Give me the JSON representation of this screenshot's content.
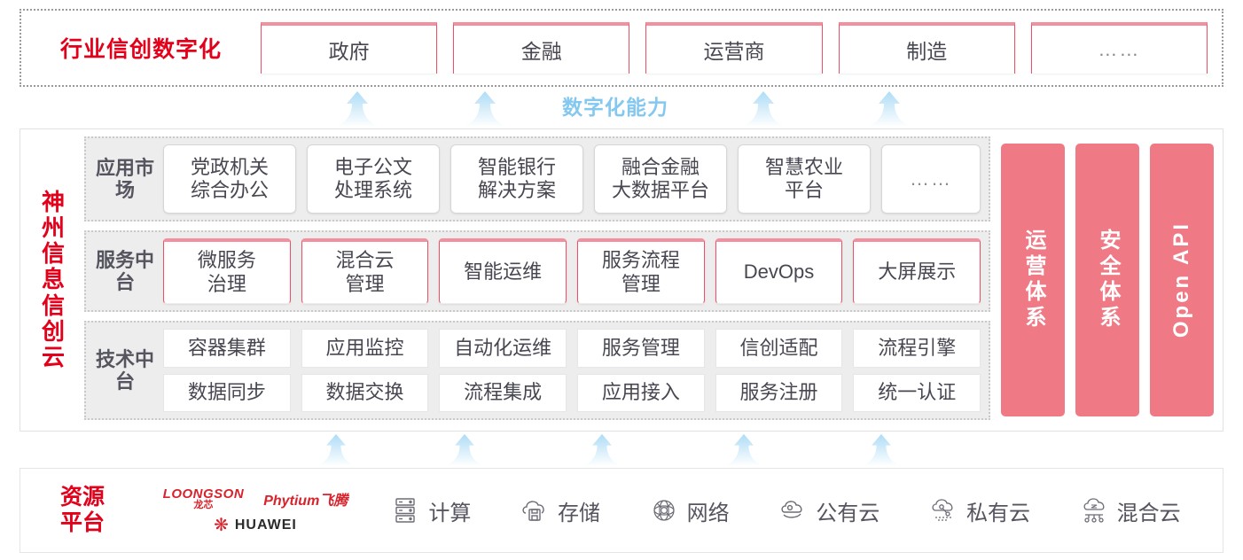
{
  "industry": {
    "title": "行业信创数字化",
    "boxes": [
      {
        "label": "政府"
      },
      {
        "label": "金融"
      },
      {
        "label": "运营商"
      },
      {
        "label": "制造"
      },
      {
        "label": "……"
      }
    ]
  },
  "capability": {
    "label": "数字化能力",
    "arrow_color": "#bfe2f7"
  },
  "cloud": {
    "title": "神州信息信创云",
    "layers": [
      {
        "label": "应用市场",
        "items": [
          {
            "label": "党政机关\n综合办公"
          },
          {
            "label": "电子公文\n处理系统"
          },
          {
            "label": "智能银行\n解决方案"
          },
          {
            "label": "融合金融\n大数据平台"
          },
          {
            "label": "智慧农业\n平台"
          },
          {
            "label": "……"
          }
        ]
      },
      {
        "label": "服务中台",
        "items": [
          {
            "label": "微服务\n治理"
          },
          {
            "label": "混合云\n管理"
          },
          {
            "label": "智能运维"
          },
          {
            "label": "服务流程\n管理"
          },
          {
            "label": "DevOps"
          },
          {
            "label": "大屏展示"
          }
        ]
      },
      {
        "label": "技术中台",
        "row1": [
          {
            "label": "容器集群"
          },
          {
            "label": "应用监控"
          },
          {
            "label": "自动化运维"
          },
          {
            "label": "服务管理"
          },
          {
            "label": "信创适配"
          },
          {
            "label": "流程引擎"
          }
        ],
        "row2": [
          {
            "label": "数据同步"
          },
          {
            "label": "数据交换"
          },
          {
            "label": "流程集成"
          },
          {
            "label": "应用接入"
          },
          {
            "label": "服务注册"
          },
          {
            "label": "统一认证"
          }
        ]
      }
    ],
    "pillars": [
      {
        "label": "运营体系",
        "latin": false
      },
      {
        "label": "安全体系",
        "latin": false
      },
      {
        "label": "Open API",
        "latin": true
      }
    ],
    "pillar_color": "#ef7a86"
  },
  "resource": {
    "title": "资源平台",
    "logos": [
      {
        "name": "LOONGSON",
        "sub": "龙芯"
      },
      {
        "name": "Phytium飞腾"
      },
      {
        "name": "HUAWEI"
      }
    ],
    "items": [
      {
        "label": "计算",
        "icon": "server-icon"
      },
      {
        "label": "存储",
        "icon": "storage-cloud-icon"
      },
      {
        "label": "网络",
        "icon": "network-mesh-icon"
      },
      {
        "label": "公有云",
        "icon": "public-cloud-icon"
      },
      {
        "label": "私有云",
        "icon": "private-cloud-icon"
      },
      {
        "label": "混合云",
        "icon": "hybrid-cloud-icon"
      }
    ]
  },
  "colors": {
    "brand_red": "#e3001b",
    "pink": "#ef7a86",
    "pink_border": "#f3909f",
    "arrow_blue": "#bfe2f7",
    "layer_bg": "#ededed"
  }
}
